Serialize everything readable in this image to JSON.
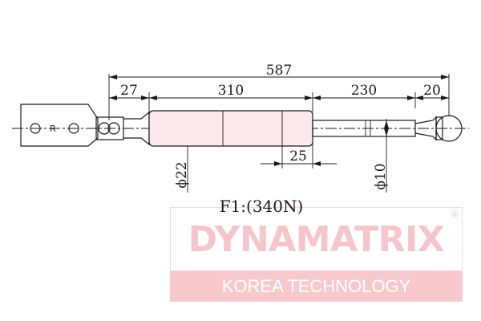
{
  "dimensions": {
    "overall": "587",
    "bracket_offset": "27",
    "cylinder_length": "310",
    "rod_length": "230",
    "end_fitting": "20",
    "sleeve_length": "25",
    "cylinder_diameter": "ϕ22",
    "rod_diameter": "ϕ10"
  },
  "bracket_label": "R",
  "force": "F1:(340N)",
  "watermark": {
    "brand": "DYNAMATRIX",
    "registered": "®",
    "tagline": "KOREA TECHNOLOGY"
  }
}
